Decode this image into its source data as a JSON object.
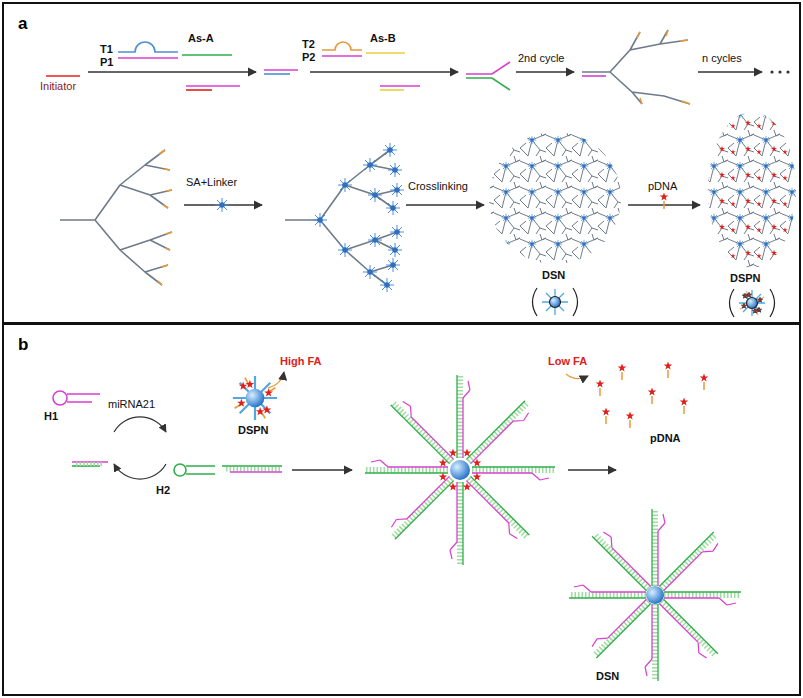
{
  "diagram": {
    "nodes": [
      {
        "text": [
          "a"
        ]
      },
      {
        "text": [
          "b"
        ]
      }
    ],
    "labels": [
      "T1",
      "P1",
      "As-A",
      "Initiator",
      "T2",
      "P2",
      "As-B",
      "2nd cycle",
      "n cycles",
      "SA+Linker",
      "Crosslinking",
      "DSN",
      "pDNA",
      "DSPN",
      "miRNA21",
      "H1",
      "H2",
      "DSPN",
      "High FA",
      "Low FA",
      "pDNA",
      "DSN"
    ]
  }
}
